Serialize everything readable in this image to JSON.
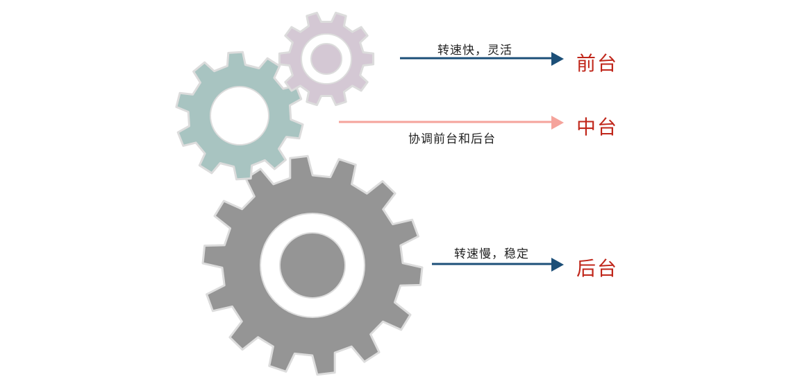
{
  "colors": {
    "gear_front": "#d4c8d4",
    "gear_middle": "#a8c4c1",
    "gear_back": "#959595",
    "gear_outline": "#dcdcdc",
    "arrow_blue": "#1c4f78",
    "arrow_pink": "#f5a39b",
    "label_red": "#c0261a"
  },
  "layers": [
    {
      "name": "前台",
      "caption": "转速快，灵活"
    },
    {
      "name": "中台",
      "caption": "协调前台和后台"
    },
    {
      "name": "后台",
      "caption": "转速慢，稳定"
    }
  ]
}
